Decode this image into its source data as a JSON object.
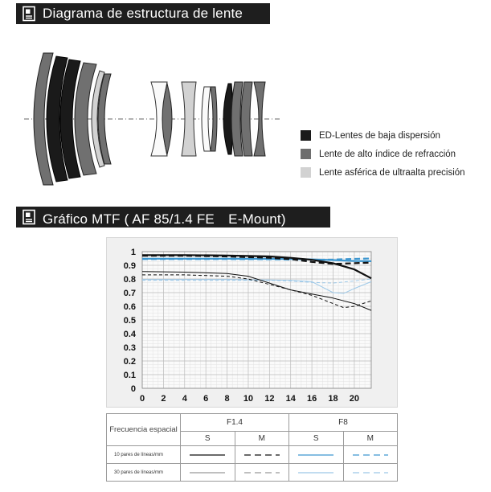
{
  "lens_section": {
    "title": "Diagrama de estructura de lente",
    "legend": [
      {
        "label": "ED-Lentes de baja dispersión",
        "color": "#1a1a1a"
      },
      {
        "label": "Lente de alto índice de refracción",
        "color": "#6e6e6e"
      },
      {
        "label": "Lente asférica de ultraalta precisión",
        "color": "#d2d2d2"
      }
    ]
  },
  "mtf_section": {
    "title": "Gráfico MTF ( AF 85/1.4 FE　E-Mount)"
  },
  "chart_data": {
    "type": "line",
    "xlim": [
      0,
      21.6
    ],
    "ylim": [
      0,
      1
    ],
    "x_ticks": [
      "0",
      "2",
      "4",
      "6",
      "8",
      "10",
      "12",
      "14",
      "16",
      "18",
      "20"
    ],
    "y_ticks": [
      "0",
      "0.1",
      "0.2",
      "0.3",
      "0.4",
      "0.5",
      "0.6",
      "0.7",
      "0.8",
      "0.9",
      "1"
    ],
    "grid": true,
    "series": [
      {
        "aperture": "F1.4",
        "lpmm": 10,
        "direction": "S",
        "color": "#111111",
        "dash": "solid",
        "x": [
          0,
          4,
          8,
          12,
          14,
          16,
          18,
          20,
          21.6
        ],
        "y": [
          0.975,
          0.975,
          0.972,
          0.965,
          0.955,
          0.94,
          0.915,
          0.87,
          0.805
        ]
      },
      {
        "aperture": "F1.4",
        "lpmm": 10,
        "direction": "M",
        "color": "#111111",
        "dash": "dashed",
        "x": [
          0,
          4,
          8,
          12,
          14,
          16,
          18,
          20,
          21.6
        ],
        "y": [
          0.97,
          0.97,
          0.965,
          0.955,
          0.945,
          0.925,
          0.91,
          0.915,
          0.92
        ]
      },
      {
        "aperture": "F1.4",
        "lpmm": 30,
        "direction": "S",
        "color": "#111111",
        "dash": "solid",
        "x": [
          0,
          4,
          8,
          10,
          12,
          14,
          16,
          18,
          20,
          21.6
        ],
        "y": [
          0.855,
          0.85,
          0.84,
          0.82,
          0.77,
          0.72,
          0.69,
          0.66,
          0.62,
          0.57
        ]
      },
      {
        "aperture": "F1.4",
        "lpmm": 30,
        "direction": "M",
        "color": "#111111",
        "dash": "dashed",
        "x": [
          0,
          4,
          8,
          10,
          12,
          14,
          16,
          18,
          19,
          20,
          21.6
        ],
        "y": [
          0.83,
          0.83,
          0.82,
          0.8,
          0.76,
          0.72,
          0.68,
          0.62,
          0.59,
          0.6,
          0.64
        ]
      },
      {
        "aperture": "F8",
        "lpmm": 10,
        "direction": "S",
        "color": "#3d97d0",
        "dash": "solid",
        "x": [
          0,
          4,
          8,
          12,
          14,
          16,
          18,
          20,
          21.6
        ],
        "y": [
          0.948,
          0.948,
          0.948,
          0.947,
          0.946,
          0.943,
          0.938,
          0.932,
          0.93
        ]
      },
      {
        "aperture": "F8",
        "lpmm": 10,
        "direction": "M",
        "color": "#3d97d0",
        "dash": "dashed",
        "x": [
          0,
          4,
          8,
          12,
          14,
          16,
          18,
          20,
          21.6
        ],
        "y": [
          0.945,
          0.945,
          0.945,
          0.944,
          0.942,
          0.94,
          0.942,
          0.947,
          0.95
        ]
      },
      {
        "aperture": "F8",
        "lpmm": 30,
        "direction": "S",
        "color": "#9cc8e8",
        "dash": "solid",
        "x": [
          0,
          4,
          8,
          12,
          14,
          16,
          17,
          18,
          19,
          20,
          21.6
        ],
        "y": [
          0.795,
          0.795,
          0.795,
          0.793,
          0.79,
          0.78,
          0.74,
          0.7,
          0.695,
          0.73,
          0.78
        ]
      },
      {
        "aperture": "F8",
        "lpmm": 30,
        "direction": "M",
        "color": "#9cc8e8",
        "dash": "dashed",
        "x": [
          0,
          4,
          8,
          12,
          14,
          16,
          18,
          20,
          21.6
        ],
        "y": [
          0.79,
          0.79,
          0.79,
          0.79,
          0.785,
          0.775,
          0.77,
          0.785,
          0.8
        ]
      }
    ]
  },
  "legend_table": {
    "header": "Frecuencia espacial",
    "apertures": [
      "F1.4",
      "F8"
    ],
    "directions": [
      "S",
      "M",
      "S",
      "M"
    ],
    "rows": [
      "10 pares de líneas/mm",
      "30 pares de líneas/mm"
    ],
    "samples": [
      [
        {
          "color": "#111111",
          "dash": "solid"
        },
        {
          "color": "#111111",
          "dash": "dashed"
        },
        {
          "color": "#3d97d0",
          "dash": "solid"
        },
        {
          "color": "#3d97d0",
          "dash": "dashed"
        }
      ],
      [
        {
          "color": "#999999",
          "dash": "solid"
        },
        {
          "color": "#999999",
          "dash": "dashed"
        },
        {
          "color": "#9cc8e8",
          "dash": "solid"
        },
        {
          "color": "#9cc8e8",
          "dash": "dashed"
        }
      ]
    ]
  }
}
